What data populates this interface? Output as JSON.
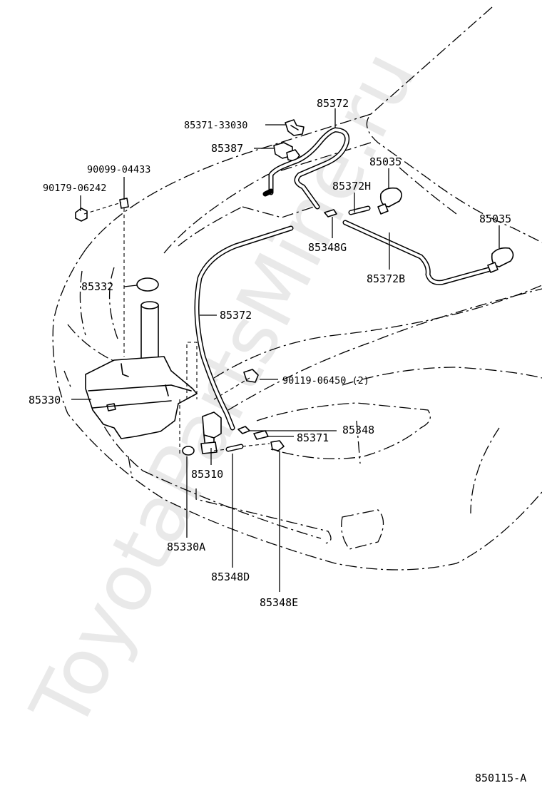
{
  "watermark": "ToyotaPartsMine.ru",
  "figure_number": "850115-A",
  "labels": {
    "p85372_top": "85372",
    "p85371_33030": "85371-33030",
    "p85387": "85387",
    "p90099_04433": "90099-04433",
    "p90179_06242": "90179-06242",
    "p85035_a": "85035",
    "p85372h": "85372H",
    "p85035_b": "85035",
    "p85348g": "85348G",
    "p85372b": "85372B",
    "p85332": "85332",
    "p85372_mid": "85372",
    "p90119_06450": "90119-06450 (2)",
    "p85330": "85330",
    "p85348": "85348",
    "p85371": "85371",
    "p85310": "85310",
    "p85330a": "85330A",
    "p85348d": "85348D",
    "p85348e": "85348E"
  }
}
